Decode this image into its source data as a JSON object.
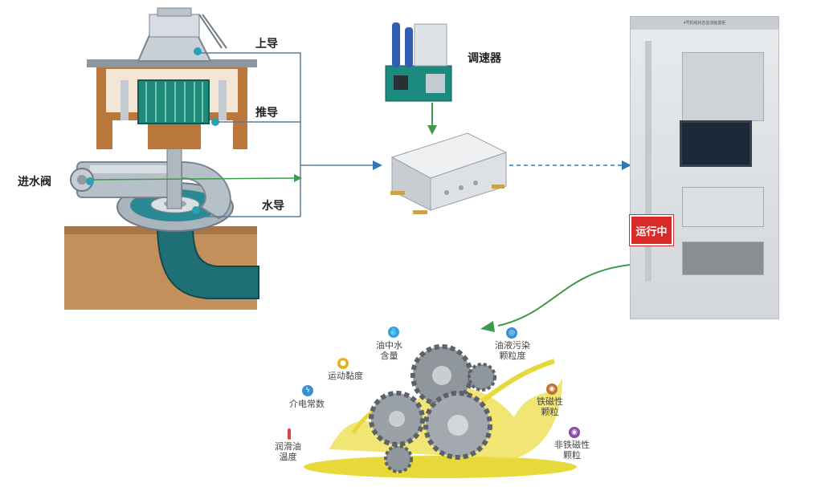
{
  "labels": {
    "upper_guide": "上导",
    "thrust_guide": "推导",
    "water_guide": "水导",
    "inlet_valve": "进水阀",
    "governor": "调速器",
    "running": "运行中"
  },
  "cabinet": {
    "header": "4号机组状态监测装置柜"
  },
  "oil_parameters": {
    "water_content": "油中水\n含量",
    "viscosity": "运动黏度",
    "contamination": "油液污染\n颗粒度",
    "dielectric": "介电常数",
    "ferrous": "铁磁性\n颗粒",
    "temperature": "润滑油\n温度",
    "nonferrous": "非铁磁性\n颗粒"
  },
  "colors": {
    "line_gray": "#5d7a96",
    "arrow_blue": "#2f78b8",
    "arrow_green": "#3c9a48",
    "turbine_teal": "#1f7f86",
    "oil_yellow": "#e8d93a"
  }
}
